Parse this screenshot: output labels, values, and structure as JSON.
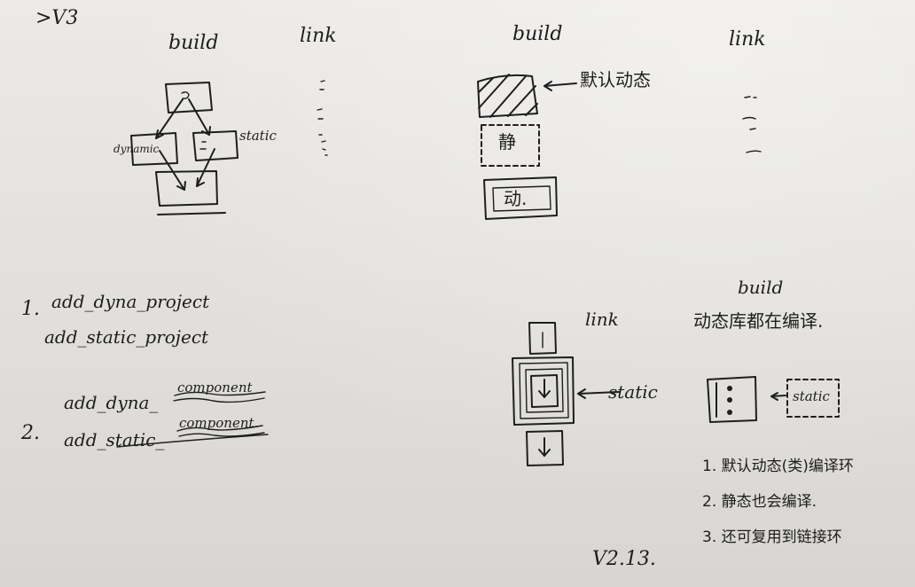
{
  "version_tag": ">V3",
  "quad1": {
    "build_label": "build",
    "link_label": "link",
    "dynamic_label": "dynamic",
    "static_label": "static"
  },
  "quad2": {
    "build_label": "build",
    "link_label": "link",
    "default_note": "默认动态",
    "static_box_label": "静",
    "dynamic_box_label": "动."
  },
  "list1": {
    "number": "1.",
    "lines": [
      "add_dyna_project",
      "add_static_project"
    ]
  },
  "list2": {
    "number": "2.",
    "lines": [
      "add_dyna_",
      "add_static_"
    ],
    "struck_suffixes": [
      "component",
      "component."
    ]
  },
  "quad3": {
    "link_label": "link",
    "static_label": "static"
  },
  "quad4": {
    "build_label": "build",
    "note": "动态库都在编译.",
    "static_label": "static",
    "points": [
      "1. 默认动态(类)编译环",
      "2. 静态也会编译.",
      "3. 还可复用到链接环"
    ]
  },
  "footer_tag": "V2.13."
}
